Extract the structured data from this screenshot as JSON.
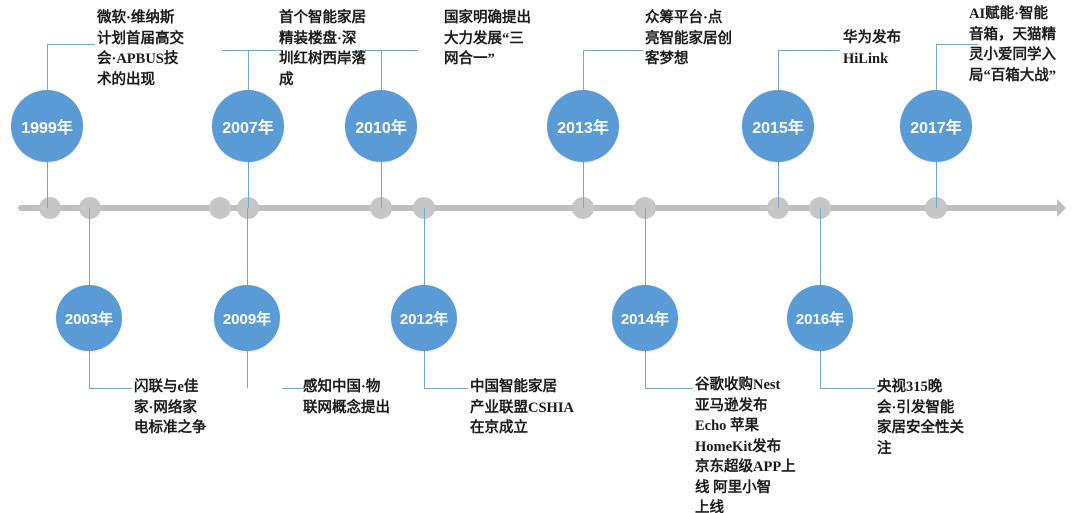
{
  "figure": {
    "kind": "timeline",
    "accent_color": "#5b9bd5",
    "axis_color": "#bfbfbf",
    "dot_color": "#c6c6c6",
    "connector_color": "#7ba7c7",
    "text_color": "#1a1a1a"
  },
  "axis": {
    "arrow_icon": "arrow-right-icon",
    "dot_count": 11
  },
  "events": [
    {
      "id": "1999",
      "year": "1999年",
      "side": "top",
      "text": "微软·维纳斯\n计划首届高交\n会·APBUS技\n术的出现"
    },
    {
      "id": "2003",
      "year": "2003年",
      "side": "bottom",
      "text": "闪联与e佳\n家·网络家\n电标准之争"
    },
    {
      "id": "2007",
      "year": "2007年",
      "side": "top",
      "text": "首个智能家居\n精装楼盘·深\n圳红树西岸落\n成"
    },
    {
      "id": "2009",
      "year": "2009年",
      "side": "bottom",
      "text": "感知中国·物\n联网概念提出"
    },
    {
      "id": "2010",
      "year": "2010年",
      "side": "top",
      "text": "国家明确提出\n大力发展“三\n网合一”"
    },
    {
      "id": "2012",
      "year": "2012年",
      "side": "bottom",
      "text": "中国智能家居\n产业联盟CSHIA\n在京成立"
    },
    {
      "id": "2013",
      "year": "2013年",
      "side": "top",
      "text": "众筹平台·点\n亮智能家居创\n客梦想"
    },
    {
      "id": "2014",
      "year": "2014年",
      "side": "bottom",
      "text": "谷歌收购Nest\n亚马逊发布\nEcho  苹果\nHomeKit发布\n京东超级APP上\n线  阿里小智\n上线"
    },
    {
      "id": "2015",
      "year": "2015年",
      "side": "top",
      "text": "华为发布\nHiLink"
    },
    {
      "id": "2016",
      "year": "2016年",
      "side": "bottom",
      "text": "央视315晚\n会·引发智能\n家居安全性关\n注"
    },
    {
      "id": "2017",
      "year": "2017年",
      "side": "top",
      "text": "AI赋能·智能\n音箱，天猫精\n灵小爱同学入\n局“百箱大战”"
    }
  ]
}
